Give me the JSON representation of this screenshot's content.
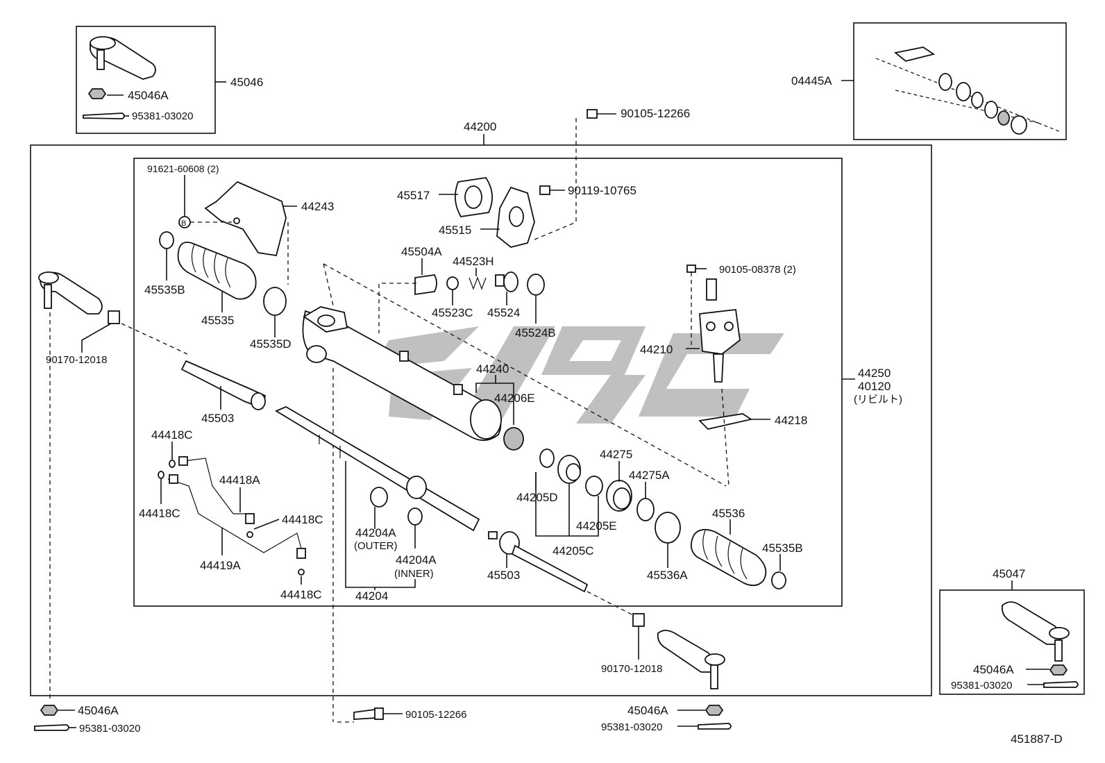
{
  "diagram_code": "451887-D",
  "watermark": {
    "color": "#9a9a9a"
  },
  "labels": {
    "p45046": "45046",
    "p45046A_box1": "45046A",
    "p95381_box1": "95381-03020",
    "p44200": "44200",
    "p90105_12266_top": "90105-12266",
    "p04445A": "04445A",
    "p91621": "91621-60608 (2)",
    "p44243": "44243",
    "p45517": "45517",
    "p90119": "90119-10765",
    "p45515": "45515",
    "p45504A": "45504A",
    "p44523H": "44523H",
    "p90105_08378": "90105-08378 (2)",
    "p45535B_left": "45535B",
    "p45535": "45535",
    "p45535D": "45535D",
    "p45523C": "45523C",
    "p45524": "45524",
    "p45524B": "45524B",
    "p44210": "44210",
    "p90170_left": "90170-12018",
    "p44240": "44240",
    "p44206E": "44206E",
    "p44250": "44250",
    "p40120": "40120",
    "p_rebuilt": "(リビルト)",
    "p45503_left": "45503",
    "p44218": "44218",
    "p44418C_1": "44418C",
    "p44418A": "44418A",
    "p44418C_2": "44418C",
    "p44418C_3": "44418C",
    "p44419A": "44419A",
    "p44418C_4": "44418C",
    "p44275": "44275",
    "p44275A": "44275A",
    "p44205D": "44205D",
    "p44205E": "44205E",
    "p44205C": "44205C",
    "p44204A_outer": "44204A",
    "p_outer": "(OUTER)",
    "p44204A_inner": "44204A",
    "p_inner": "(INNER)",
    "p44204": "44204",
    "p45503_right": "45503",
    "p45536": "45536",
    "p45535B_right": "45535B",
    "p45536A": "45536A",
    "p45047": "45047",
    "p45046A_box2": "45046A",
    "p95381_box2": "95381-03020",
    "p90170_right": "90170-12018",
    "p45046A_bl": "45046A",
    "p95381_bl": "95381-03020",
    "p90105_12266_bottom": "90105-12266",
    "p45046A_bc": "45046A",
    "p95381_bc": "95381-03020",
    "circle_B": "B"
  }
}
